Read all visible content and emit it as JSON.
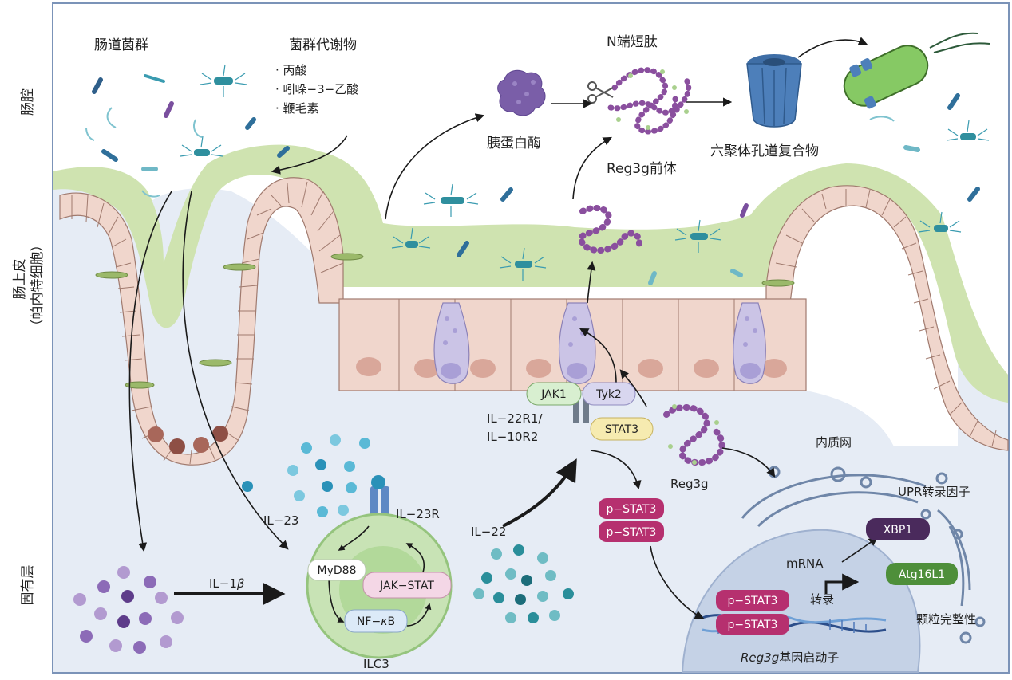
{
  "regions": {
    "lumen": "肠腔",
    "epithelium": "肠上皮",
    "epithelium_sub": "（帕内特细胞）",
    "lamina_propria": "固有层"
  },
  "labels": {
    "microbiota": "肠道菌群",
    "metabolites_title": "菌群代谢物",
    "metabolites": [
      "· 丙酸",
      "· 吲哚−3−乙酸",
      "· 鞭毛素"
    ],
    "n_peptide": "N端短肽",
    "trypsin": "胰蛋白酶",
    "reg3g_precursor": "Reg3g前体",
    "hexamer": "六聚体孔道复合物",
    "jak1": "JAK1",
    "tyk2": "Tyk2",
    "stat3": "STAT3",
    "receptor_line1": "IL−22R1/",
    "receptor_line2": "IL−10R2",
    "reg3g": "Reg3g",
    "er": "内质网",
    "upr": "UPR转录因子",
    "xbp1": "XBP1",
    "atg16l1": "Atg16L1",
    "mrna": "mRNA",
    "transcription": "转录",
    "granule": "颗粒完整性",
    "pstat3": "p−STAT3",
    "promoter_italic": "Reg3g",
    "promoter_rest": "基因启动子",
    "il23": "IL−23",
    "il23r": "IL−23R",
    "myd88": "MyD88",
    "jak_stat": "JAK−STAT",
    "nfkb_prefix": "NF−",
    "nfkb_kappa": "κ",
    "nfkb_suffix": "B",
    "ilc3": "ILC3",
    "il22": "IL−22",
    "il1_prefix": "IL−1",
    "il1_beta": "β"
  },
  "colors": {
    "frame": "#7b93b8",
    "mucus": "#cfe3b0",
    "cell": "#f0d6cc",
    "nucleus": "#d9a79a",
    "goblet": "#cbc4e6",
    "lamina": "#e6ecf5",
    "peptide": "#8a4f9e",
    "pstat3": "#b6306f",
    "xbp1": "#4a2a5c",
    "atg": "#4e8f3a"
  }
}
